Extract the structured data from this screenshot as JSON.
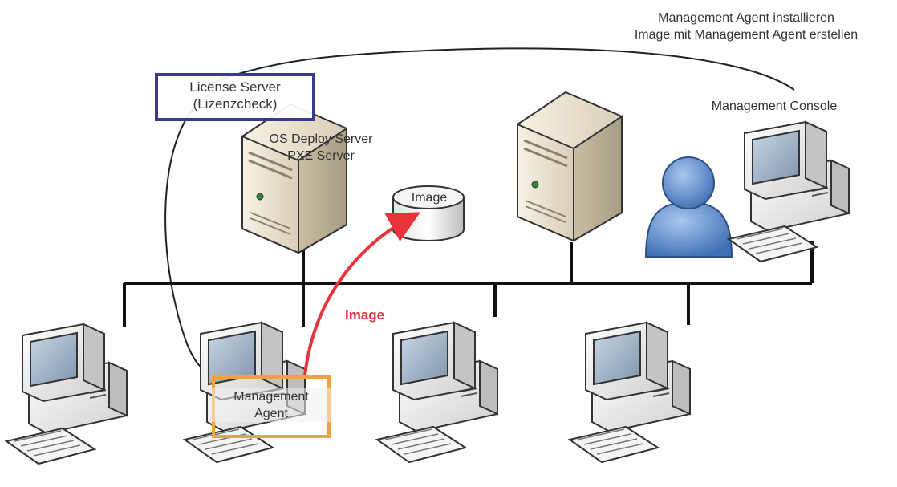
{
  "labels": {
    "top_right_line1": "Management Agent installieren",
    "top_right_line2": "Image mit Management Agent erstellen",
    "license_server_line1": "License Server",
    "license_server_line2": "(Lizenzcheck)",
    "os_deploy_line1": "OS Deploy Server",
    "os_deploy_line2": "PXE Server",
    "image_db": "Image",
    "management_console": "Management Console",
    "image_arrow": "Image",
    "management_agent_line1": "Management",
    "management_agent_line2": "Agent"
  },
  "colors": {
    "network_line": "#111111",
    "image_arrow": "#e8333a",
    "license_box": "#3a3a8c",
    "agent_box": "#f2a23a",
    "server_body": "#e9e1cf",
    "monitor_body": "#e8e8e8",
    "screen": "#9fb2c7",
    "user": "#5f8fd0"
  },
  "icons": [
    "server-icon",
    "database-icon",
    "user-icon",
    "computer-icon",
    "keyboard-icon"
  ]
}
